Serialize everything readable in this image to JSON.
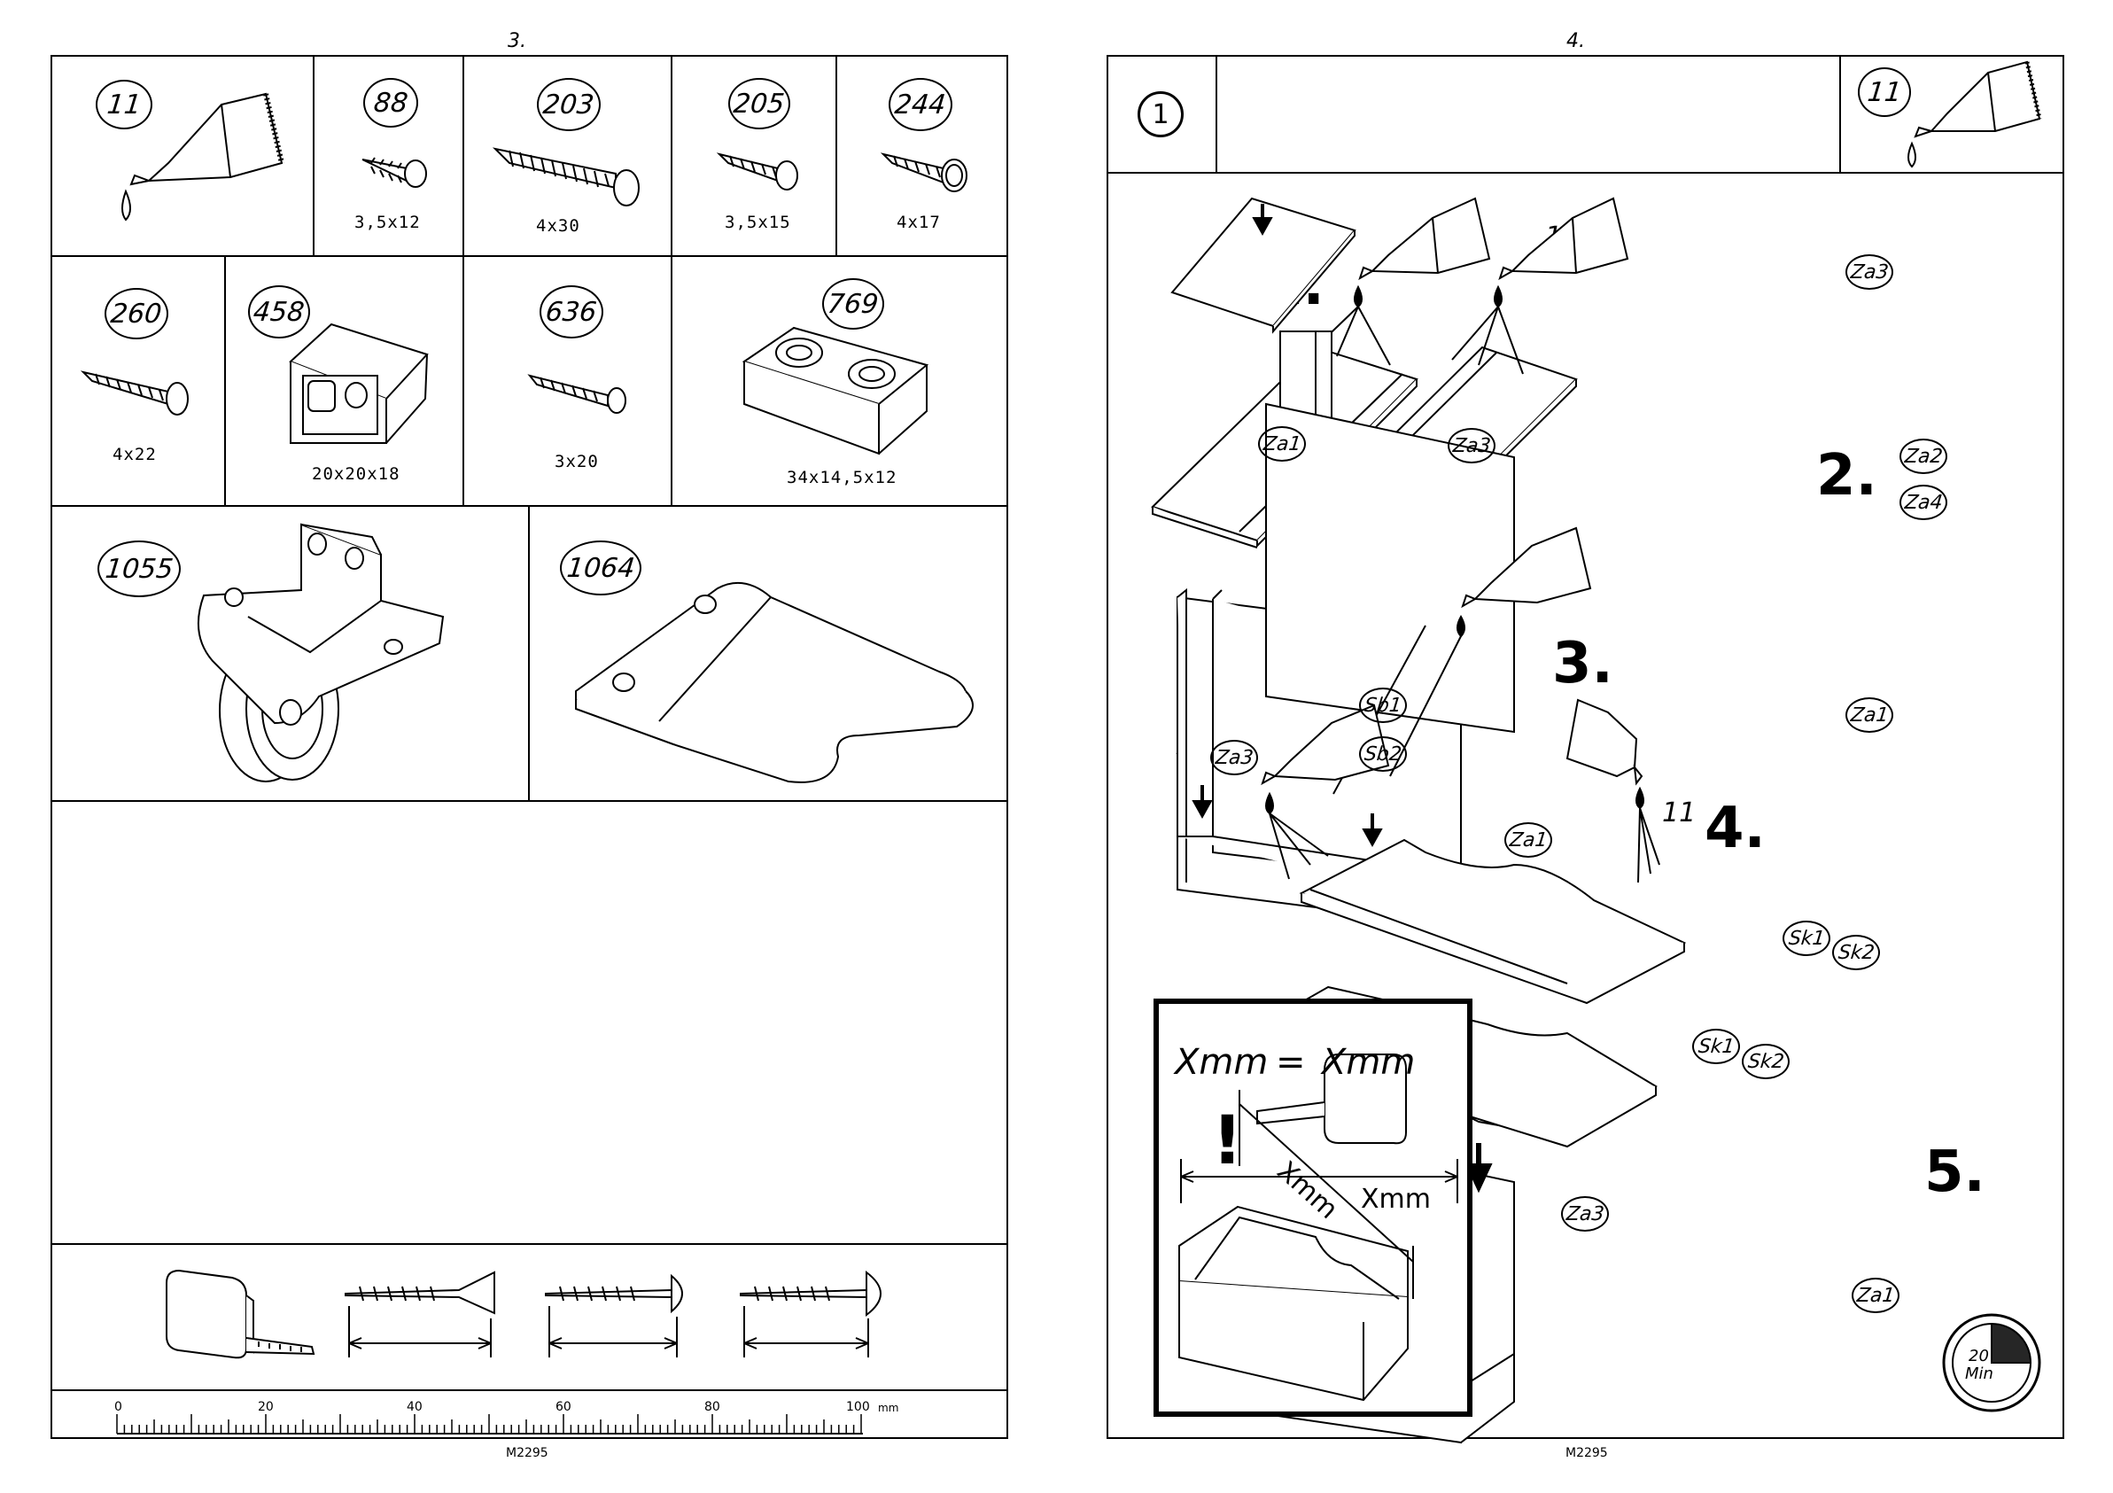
{
  "left_page": {
    "page_number": "3.",
    "parts": [
      {
        "id": "11",
        "label": ""
      },
      {
        "id": "88",
        "label": "3,5x12"
      },
      {
        "id": "203",
        "label": "4x30"
      },
      {
        "id": "205",
        "label": "3,5x15"
      },
      {
        "id": "244",
        "label": "4x17"
      },
      {
        "id": "260",
        "label": "4x22"
      },
      {
        "id": "458",
        "label": "20x20x18"
      },
      {
        "id": "636",
        "label": "3x20"
      },
      {
        "id": "769",
        "label": "34x14,5x12"
      },
      {
        "id": "1055",
        "label": ""
      },
      {
        "id": "1064",
        "label": ""
      }
    ],
    "ruler": {
      "ticks": [
        "0",
        "20",
        "40",
        "60",
        "80",
        "100"
      ],
      "unit": "mm"
    },
    "model_code": "M2295"
  },
  "right_page": {
    "page_number": "4.",
    "step_number": "1",
    "part_ref": "11",
    "steps": [
      "1.",
      "2.",
      "3.",
      "4.",
      "5."
    ],
    "glue_labels": [
      "11",
      "11"
    ],
    "panel_labels": {
      "za1": "Za1",
      "za2": "Za2",
      "za3": "Za3",
      "za4": "Za4",
      "sb1": "Sb1",
      "sb2": "Sb2",
      "sk1": "Sk1",
      "sk2": "Sk2"
    },
    "measure": {
      "warning": "!",
      "left": "Xmm",
      "eq": "=",
      "right": "Xmm",
      "diag": "Xmm",
      "horiz": "Xmm"
    },
    "timer": {
      "value": "20",
      "unit": "Min"
    },
    "model_code": "M2295"
  }
}
